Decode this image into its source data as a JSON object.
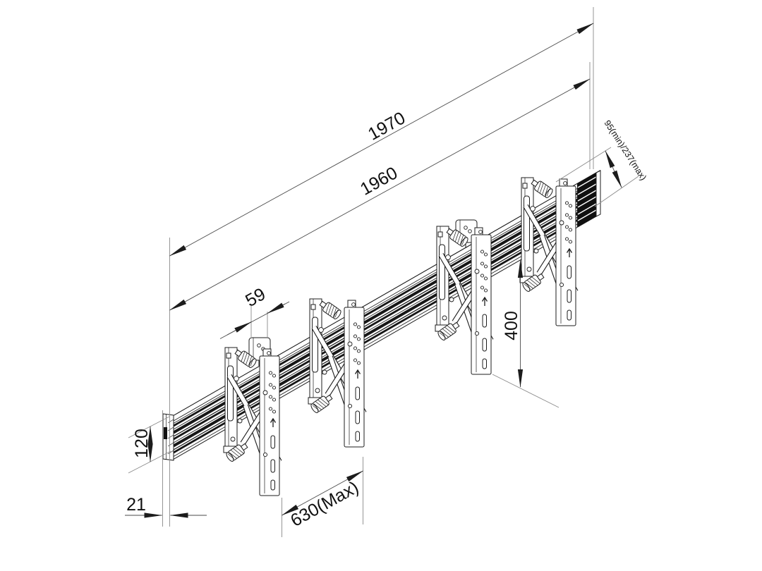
{
  "drawing": {
    "title": "video-wall-rail-mount-dimension-drawing",
    "dimensions": {
      "overall_outer": "1970",
      "overall_inner": "1960",
      "depth_range": "95(min)/237(max)",
      "spacer_width": "59",
      "drop_height": "400",
      "rail_height": "120",
      "wall_offset": "21",
      "bracket_spacing": "630(Max)"
    }
  }
}
